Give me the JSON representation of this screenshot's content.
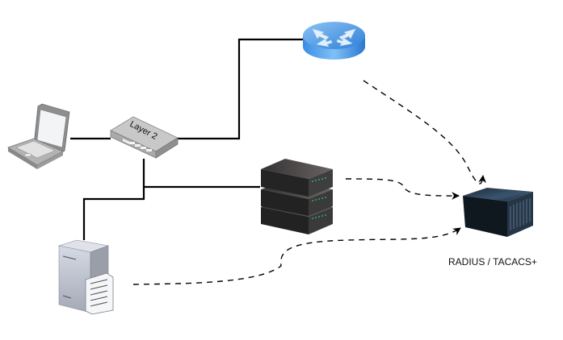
{
  "diagram": {
    "title": "",
    "nodes": [
      {
        "id": "laptop",
        "type": "laptop",
        "label": ""
      },
      {
        "id": "switch",
        "type": "layer2-switch",
        "label": "Layer 2"
      },
      {
        "id": "router",
        "type": "router",
        "label": ""
      },
      {
        "id": "nas-stack",
        "type": "network-device-stack",
        "label": ""
      },
      {
        "id": "file-server",
        "type": "file-server",
        "label": ""
      },
      {
        "id": "aaa-server",
        "type": "rack-server",
        "label": "RADIUS / TACACS+"
      }
    ],
    "edges": [
      {
        "from": "laptop",
        "to": "switch",
        "style": "solid"
      },
      {
        "from": "switch",
        "to": "router",
        "style": "solid"
      },
      {
        "from": "switch",
        "to": "nas-stack",
        "style": "solid"
      },
      {
        "from": "switch",
        "to": "file-server",
        "style": "solid"
      },
      {
        "from": "router",
        "to": "aaa-server",
        "style": "dashed",
        "arrow": "end"
      },
      {
        "from": "nas-stack",
        "to": "aaa-server",
        "style": "dashed",
        "arrow": "end"
      },
      {
        "from": "file-server",
        "to": "aaa-server",
        "style": "dashed",
        "arrow": "end"
      }
    ],
    "colors": {
      "line": "#000000",
      "router_blue": "#3d8fe0",
      "switch_gray": "#b9b9b9",
      "device_dark": "#2b2b2b",
      "led_green": "#2ecc71",
      "server_dark": "#1c2530"
    }
  }
}
